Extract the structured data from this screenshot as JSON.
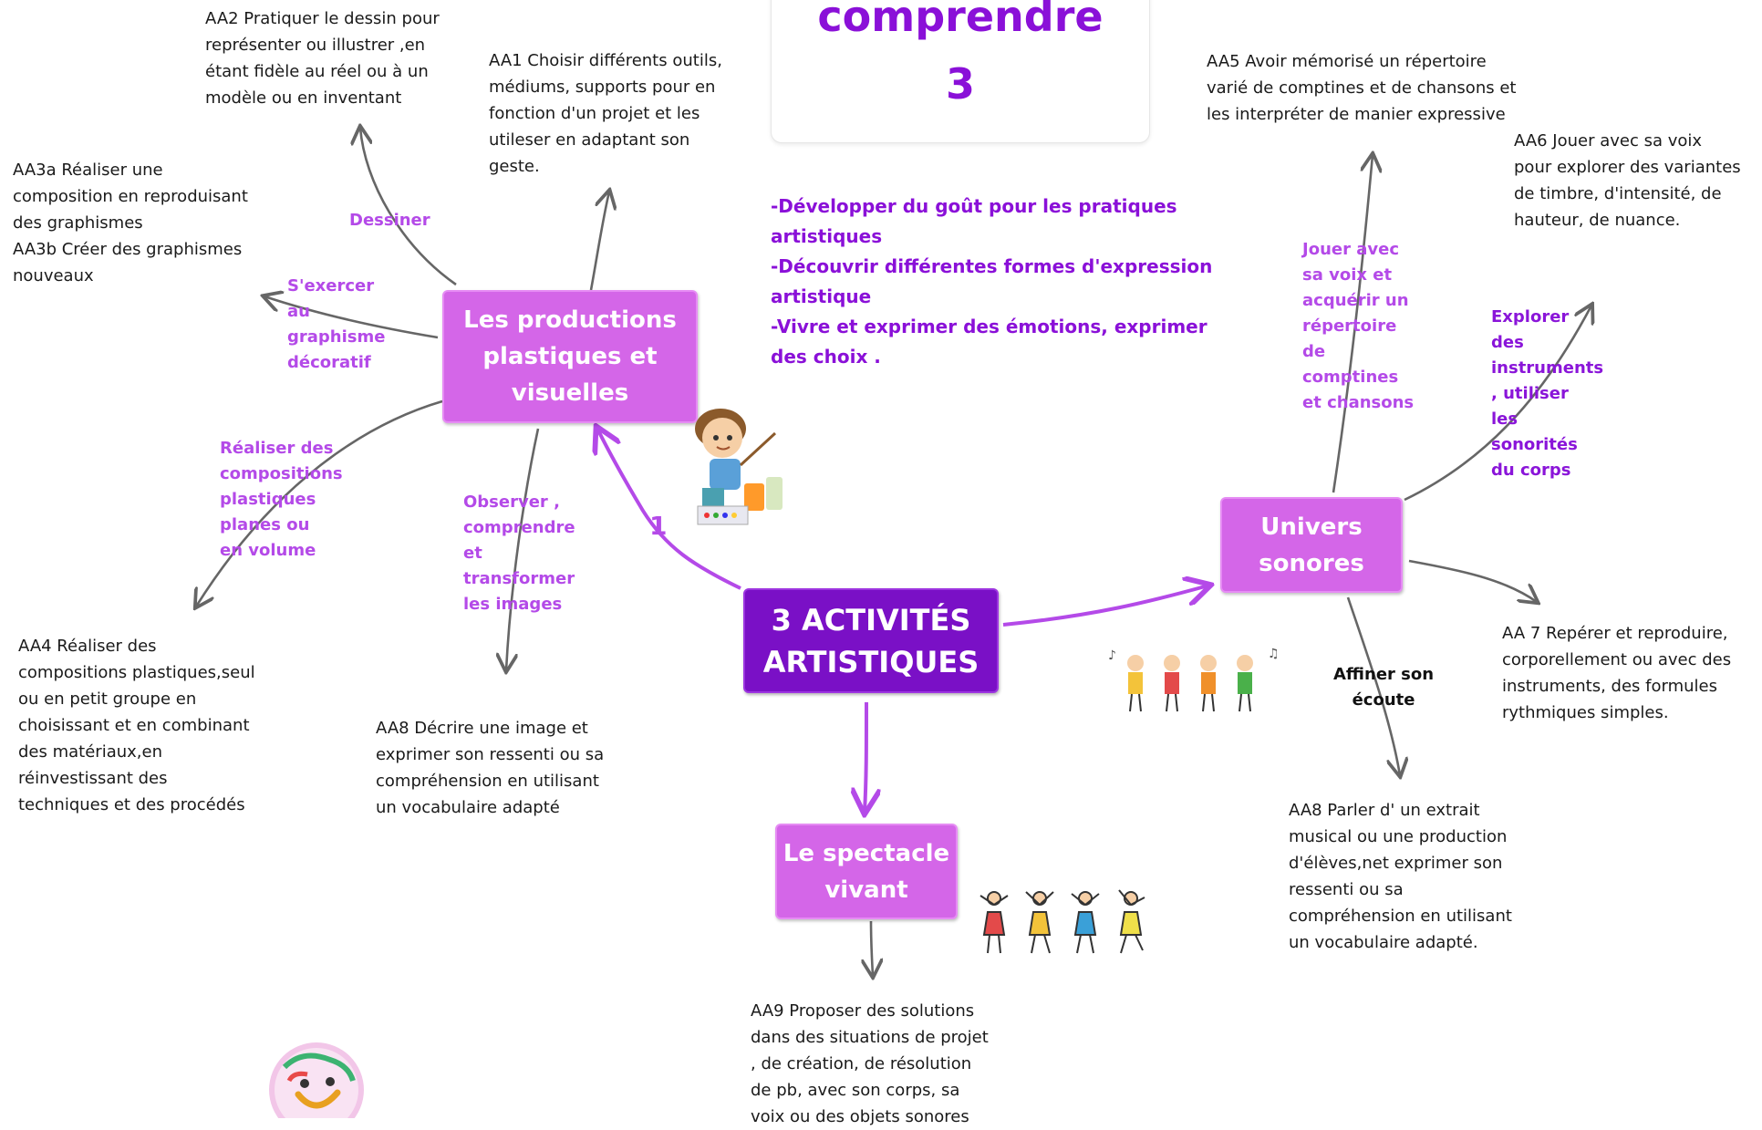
{
  "title": {
    "line1": "comprendre",
    "line2": "3"
  },
  "colors": {
    "center_bg": "#7a10c6",
    "branch_bg": "#d466e8",
    "link": "#b44ae8",
    "label": "#b44ae8",
    "arrow_gray": "#666666"
  },
  "center": {
    "label": "3 ACTIVITÉS\nARTISTIQUES"
  },
  "branches": {
    "productions": "Les productions\nplastiques et\nvisuelles",
    "sonores": "Univers\nsonores",
    "spectacle": "Le spectacle\nvivant"
  },
  "number_marker": "1",
  "objectives": "-Développer  du goût pour les pratiques\nartistiques\n-Découvrir différentes formes d'expression\nartistique\n-Vivre et exprimer des émotions, exprimer\ndes choix .",
  "labels": {
    "dessiner": "Dessiner",
    "graphisme": "S'exercer\nau\ngraphisme\ndécoratif",
    "compositions": "Réaliser des\ncompositions\nplastiques\nplanes ou\nen volume",
    "observer": "Observer ,\ncomprendre\net\ntransformer\nles images",
    "jouer_voix": "Jouer avec\nsa voix et\nacquérir un\nrépertoire\nde\ncomptines\net chansons",
    "explorer": "Explorer\ndes\ninstruments\n, utiliser\nles\nsonorités\ndu corps",
    "affiner": "Affiner son\nécoute"
  },
  "blocks": {
    "aa2": "AA2 Pratiquer le dessin pour\nreprésenter ou illustrer ,en\nétant fidèle au réel ou à un\nmodèle ou en inventant",
    "aa1": "AA1 Choisir différents outils,\nmédiums, supports pour en\nfonction d'un projet et les\nutileser en adaptant son\ngeste.",
    "aa3": "AA3a Réaliser une\ncomposition en reproduisant\ndes graphismes\nAA3b Créer des graphismes\nnouveaux",
    "aa4": "AA4 Réaliser des\ncompositions  plastiques,seul\nou en petit groupe en\nchoisissant et en combinant\ndes matériaux,en\nréinvestissant des\ntechniques et des procédés",
    "aa8_image": "AA8 Décrire une image et\nexprimer son ressenti ou sa\ncompréhension en utilisant\nun vocabulaire adapté",
    "aa5": "AA5 Avoir mémorisé un répertoire\nvarié de comptines et de chansons et\nles interpréter de manier expressive",
    "aa6": "AA6 Jouer avec sa voix\npour explorer des variantes\nde timbre, d'intensité, de\nhauteur, de nuance.",
    "aa7": "AA 7 Repérer et reproduire,\ncorporellement ou avec des\ninstruments, des formules\nrythmiques simples.",
    "aa8_musique": "AA8 Parler d' un extrait\nmusical ou une production\nd'élèves,net exprimer son\nressenti ou sa\ncompréhension en utilisant\nun vocabulaire adapté.",
    "aa9": "AA9  Proposer des solutions\ndans des situations de projet\n, de création, de résolution\nde pb, avec son corps, sa\nvoix ou des objets sonores"
  }
}
